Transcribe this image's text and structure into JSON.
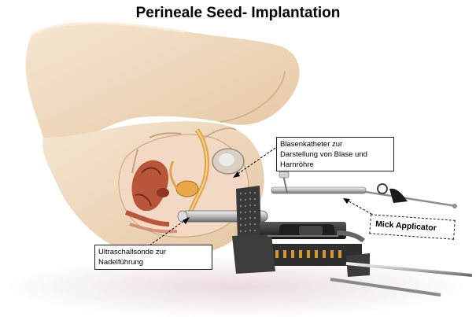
{
  "title": "Perineale Seed- Implantation",
  "labels": {
    "catheter": [
      "Blasenkatheter zur",
      "Darstellung von Blase und",
      "Harnröhre"
    ],
    "applicator": "Mick Applicator",
    "ultrasound": [
      "Ultraschallsonde zur",
      "Nadelführung"
    ]
  },
  "colors": {
    "skin": "#f0dcc0",
    "skin_shadow": "#d9b892",
    "bladder": "#e3a862",
    "tissue_red": "#b9553a",
    "device_dark": "#2b2b2b",
    "metal": "#c8c8c8"
  }
}
